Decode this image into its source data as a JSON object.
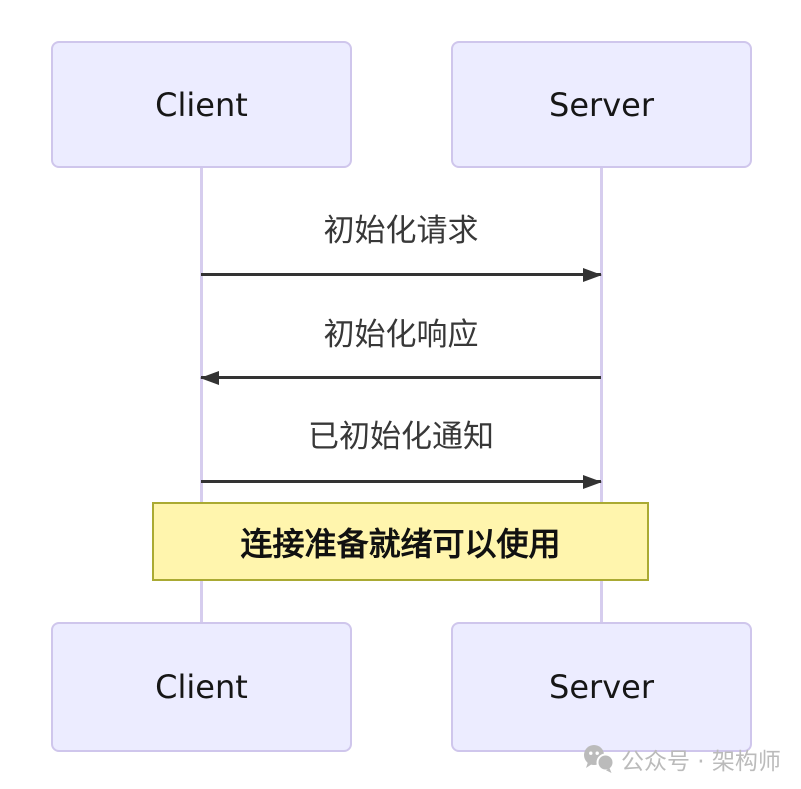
{
  "diagram": {
    "actors": [
      {
        "id": "client",
        "label": "Client"
      },
      {
        "id": "server",
        "label": "Server"
      }
    ],
    "messages": [
      {
        "label": "初始化请求",
        "from": "client",
        "to": "server",
        "direction": "right"
      },
      {
        "label": "初始化响应",
        "from": "server",
        "to": "client",
        "direction": "left"
      },
      {
        "label": "已初始化通知",
        "from": "client",
        "to": "server",
        "direction": "right"
      }
    ],
    "note": {
      "text": "连接准备就绪可以使用"
    },
    "colors": {
      "actor_fill": "#ECECFF",
      "actor_border": "#CFC6EC",
      "lifeline": "#D6CDEE",
      "arrow": "#333333",
      "note_fill": "#FFF5AD",
      "note_border": "#AAAA33",
      "text": "#383838",
      "watermark": "#BBBBBB"
    }
  },
  "watermark": {
    "text": "公众号 · 架构师",
    "icon": "wechat-icon"
  }
}
